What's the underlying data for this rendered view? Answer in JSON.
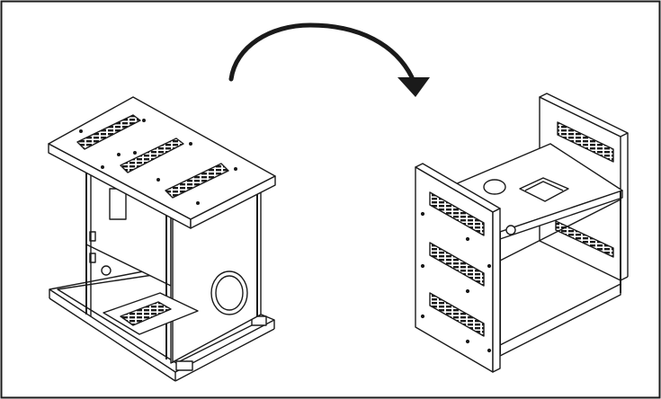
{
  "figure": {
    "type": "assembly-illustration",
    "left_item": "cabinet-frame-with-top-panel",
    "right_item": "cabinet-frame-rotated",
    "arrow": "curved-rotate-arrow",
    "colors": {
      "line": "#1a1a1a",
      "fill": "#ffffff",
      "background": "#ffffff"
    }
  }
}
